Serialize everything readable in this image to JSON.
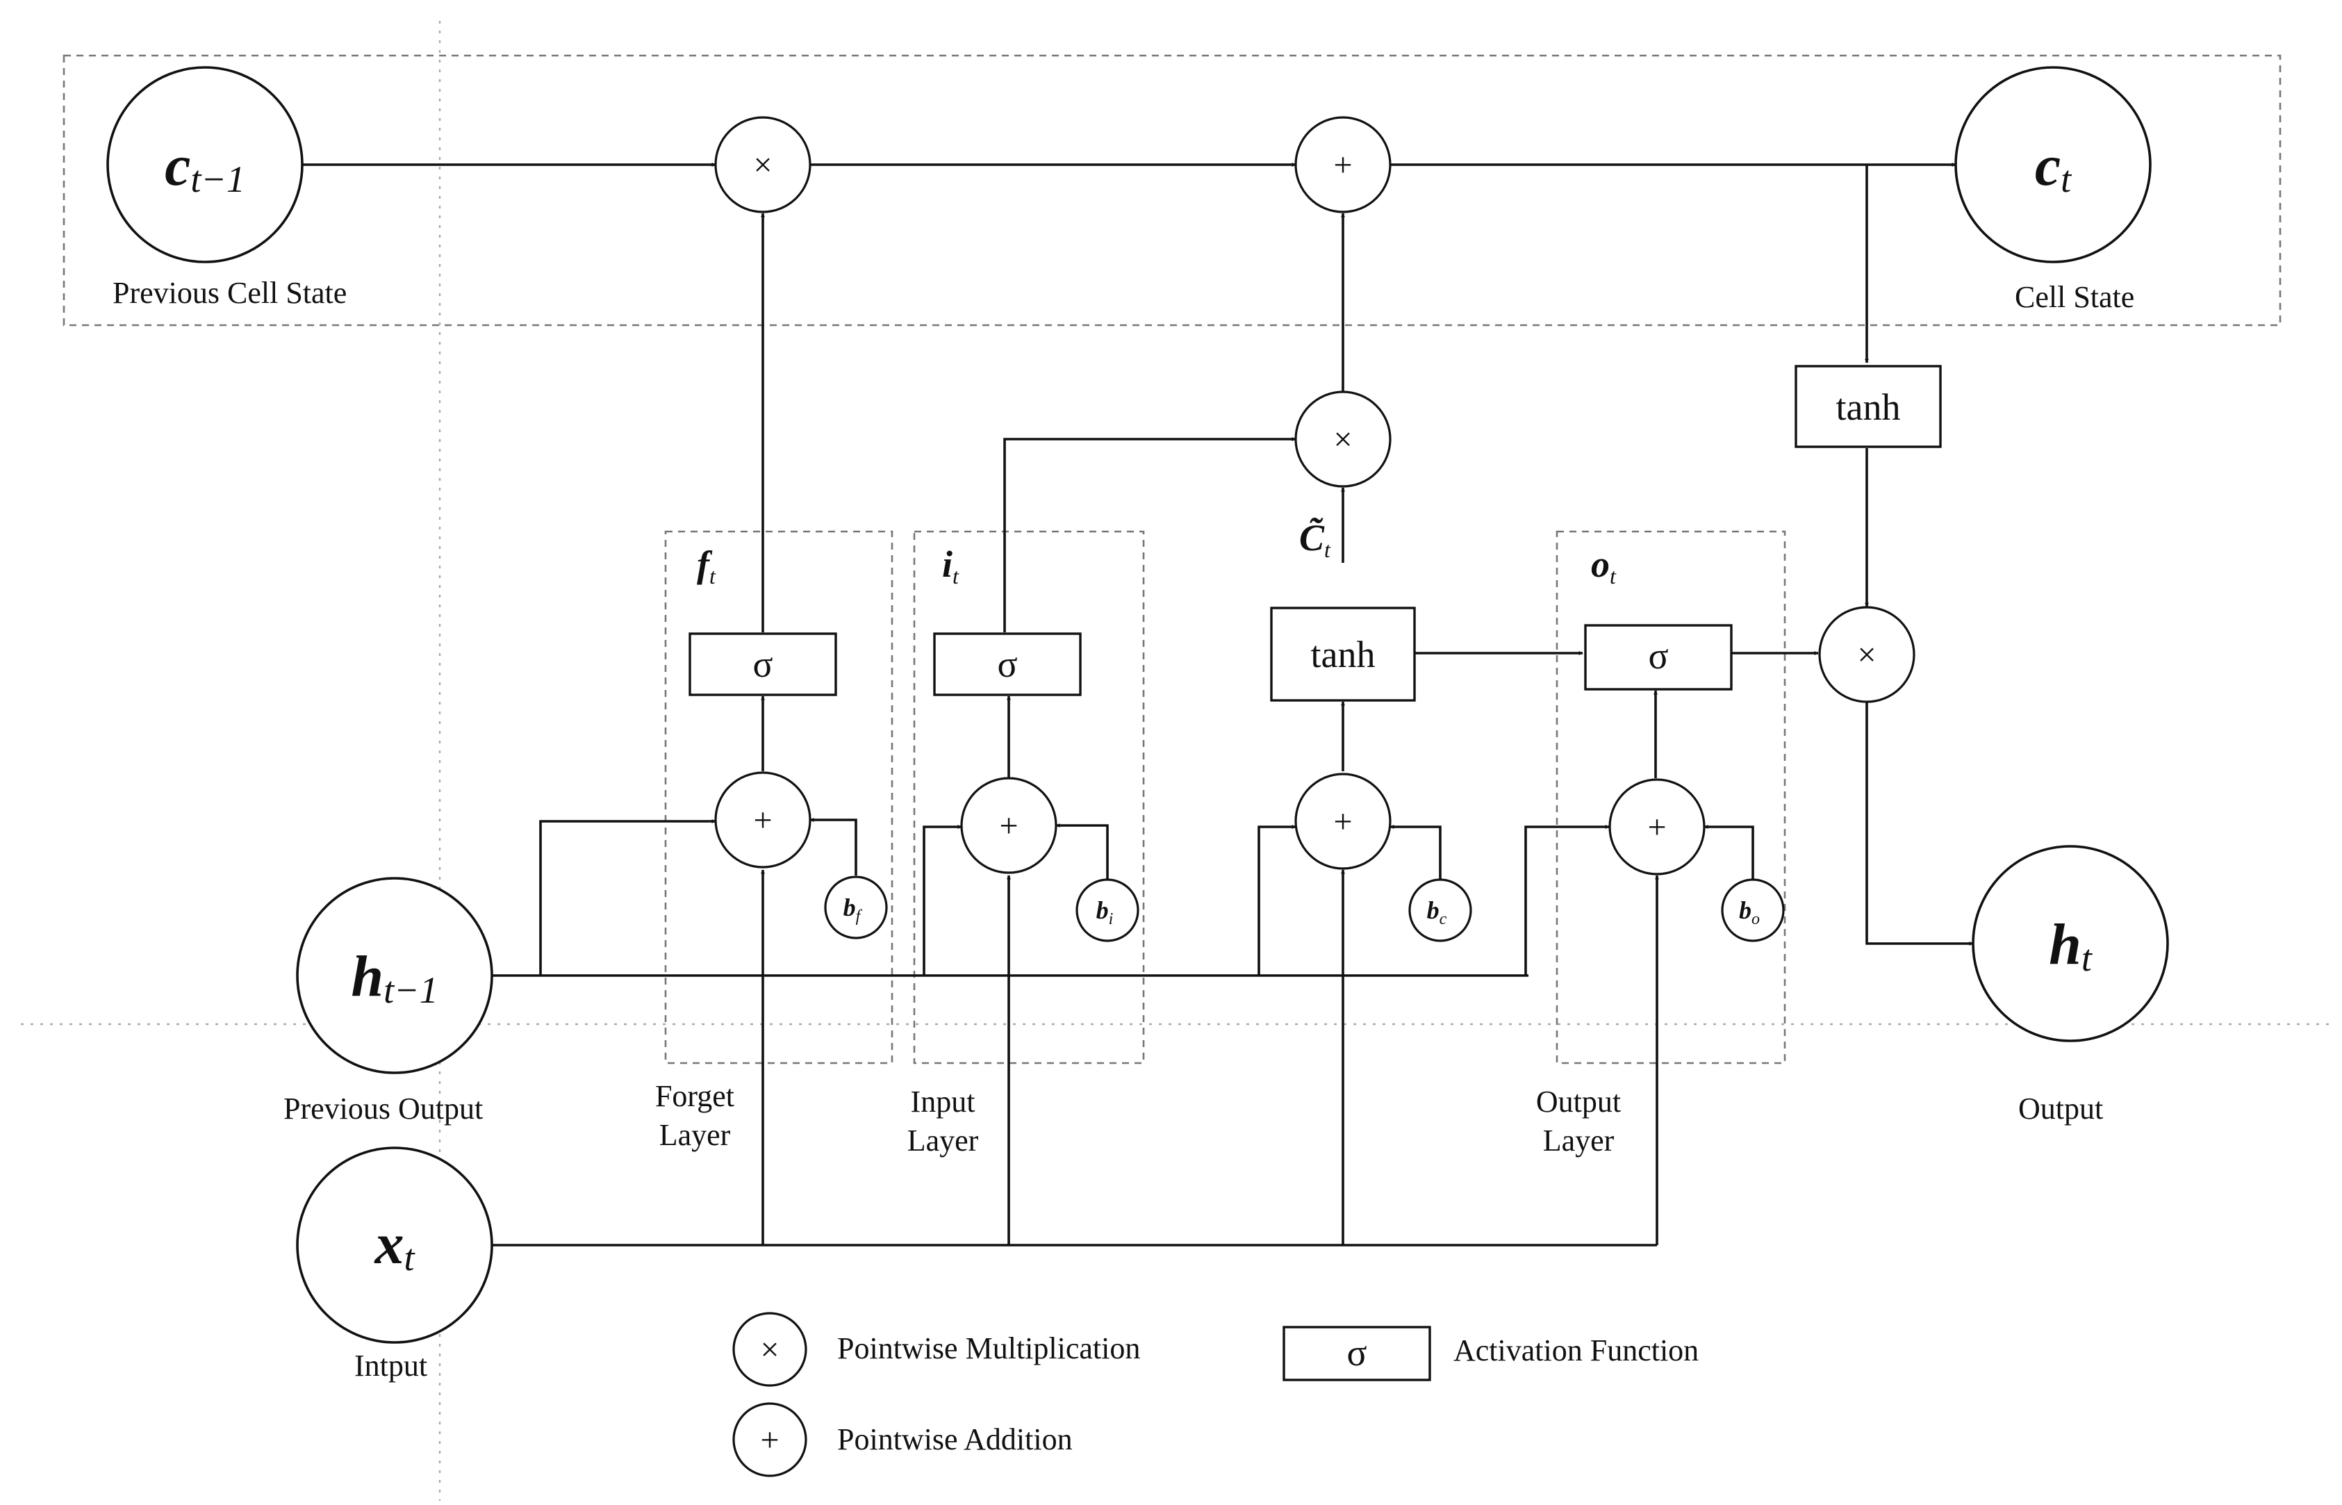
{
  "title": "",
  "nodes": {
    "c_prev": {
      "main": "c",
      "sub": "t−1"
    },
    "c_t": {
      "main": "c",
      "sub": "t"
    },
    "h_prev": {
      "main": "h",
      "sub": "t−1"
    },
    "h_t": {
      "main": "h",
      "sub": "t"
    },
    "x_t": {
      "main": "x",
      "sub": "t"
    }
  },
  "labels": {
    "previous_cell_state": "Previous Cell State",
    "cell_state": "Cell State",
    "previous_output": "Previous Output",
    "output": "Output",
    "input": "Intput",
    "forget_layer_1": "Forget",
    "forget_layer_2": "Layer",
    "input_layer_1": "Input",
    "input_layer_2": "Layer",
    "output_layer_1": "Output",
    "output_layer_2": "Layer"
  },
  "gates": {
    "f": {
      "main": "f",
      "sub": "t"
    },
    "i": {
      "main": "i",
      "sub": "t"
    },
    "c_tilde": {
      "main": "C̃",
      "sub": "t"
    },
    "o": {
      "main": "o",
      "sub": "t"
    }
  },
  "biases": {
    "bf": {
      "main": "b",
      "sub": "f"
    },
    "bi": {
      "main": "b",
      "sub": "i"
    },
    "bc": {
      "main": "b",
      "sub": "c"
    },
    "bo": {
      "main": "b",
      "sub": "o"
    }
  },
  "operators": {
    "multiply": "×",
    "add": "+",
    "sigma": "σ",
    "tanh": "tanh"
  },
  "legend": {
    "multiplication": "Pointwise Multiplication",
    "addition": "Pointwise Addition",
    "activation": "Activation Function"
  }
}
